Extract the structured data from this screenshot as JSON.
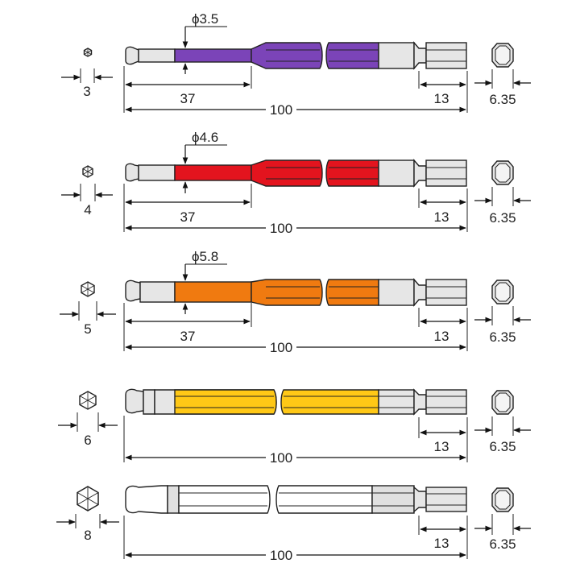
{
  "bits": [
    {
      "tip_size": "3",
      "shank_diameter": "ϕ3.5",
      "neck_length": "37",
      "overall_length": "100",
      "hex_length": "13",
      "hex_width": "6.35",
      "color": "#7b44b8"
    },
    {
      "tip_size": "4",
      "shank_diameter": "ϕ4.6",
      "neck_length": "37",
      "overall_length": "100",
      "hex_length": "13",
      "hex_width": "6.35",
      "color": "#e3141e"
    },
    {
      "tip_size": "5",
      "shank_diameter": "ϕ5.8",
      "neck_length": "37",
      "overall_length": "100",
      "hex_length": "13",
      "hex_width": "6.35",
      "color": "#f07a10"
    },
    {
      "tip_size": "6",
      "overall_length": "100",
      "hex_length": "13",
      "hex_width": "6.35",
      "color": "#ffc816"
    },
    {
      "tip_size": "8",
      "overall_length": "100",
      "hex_length": "13",
      "hex_width": "6.35",
      "color": "#ffffff"
    }
  ]
}
